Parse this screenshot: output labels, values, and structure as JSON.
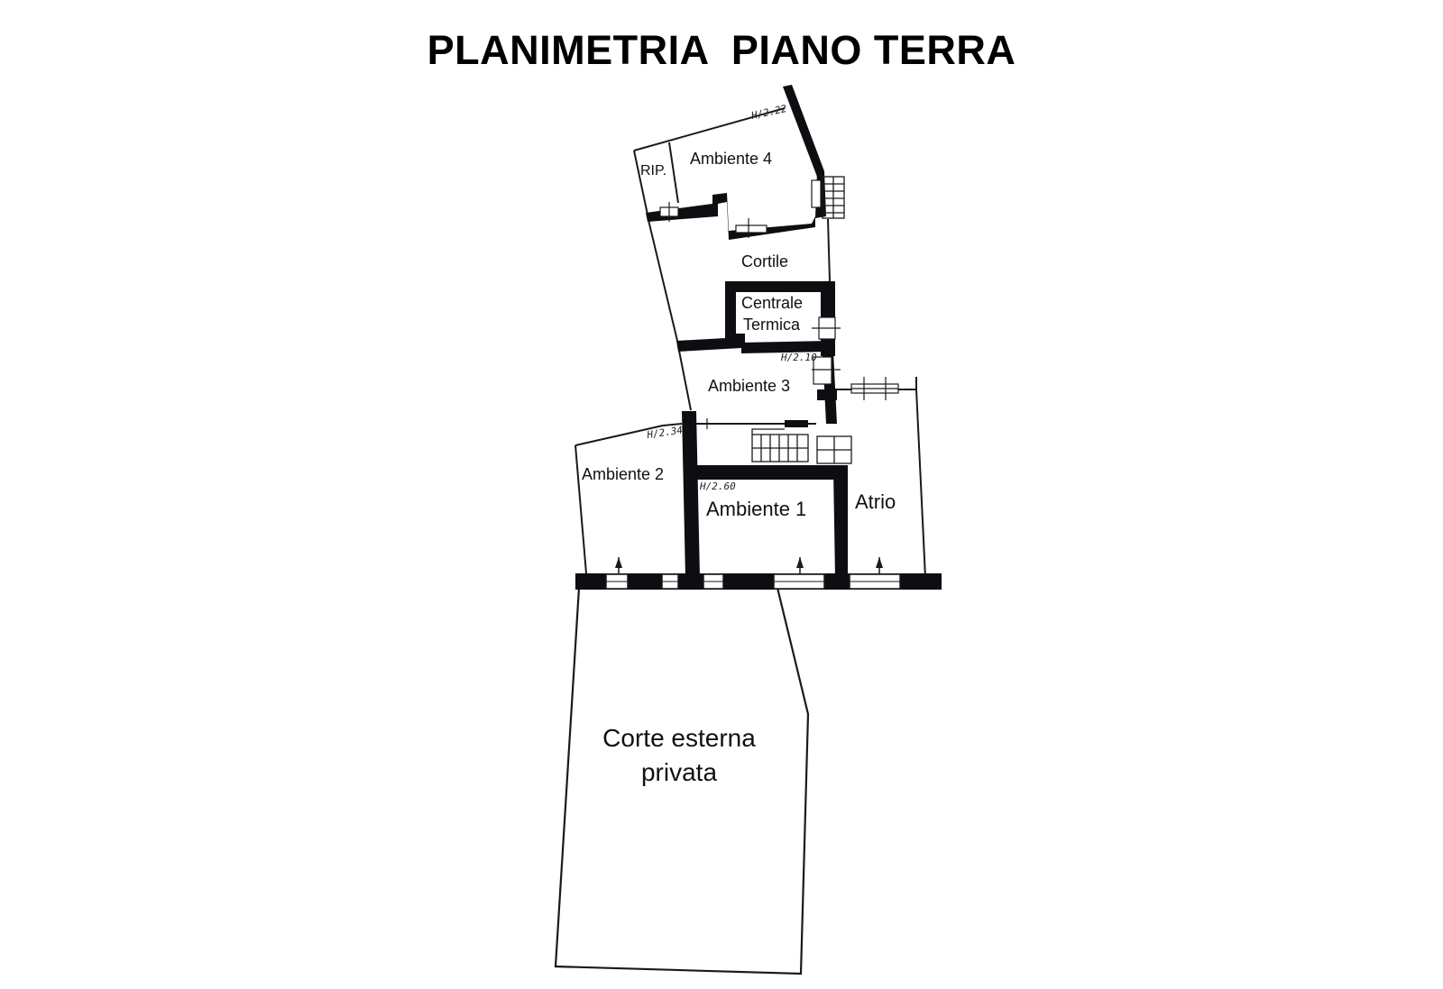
{
  "title": "PLANIMETRIA  PIANO TERRA",
  "rooms": {
    "ambiente_4": "Ambiente 4",
    "ripostiglio": "RIP.",
    "cortile": "Cortile",
    "centrale_termica_line1": "Centrale",
    "centrale_termica_line2": "Termica",
    "ambiente_3": "Ambiente 3",
    "ambiente_2": "Ambiente 2",
    "ambiente_1": "Ambiente 1",
    "atrio": "Atrio",
    "corte_line1": "Corte esterna",
    "corte_line2": "privata"
  },
  "heights": {
    "h_ambiente_4": "H/2.22",
    "h_centrale": "H/2.10",
    "h_ambiente_2": "H/2.34",
    "h_ambiente_1": "H/2.60"
  },
  "colors": {
    "wall": "#0d0d12",
    "line": "#1a1a1a",
    "background": "#ffffff"
  }
}
